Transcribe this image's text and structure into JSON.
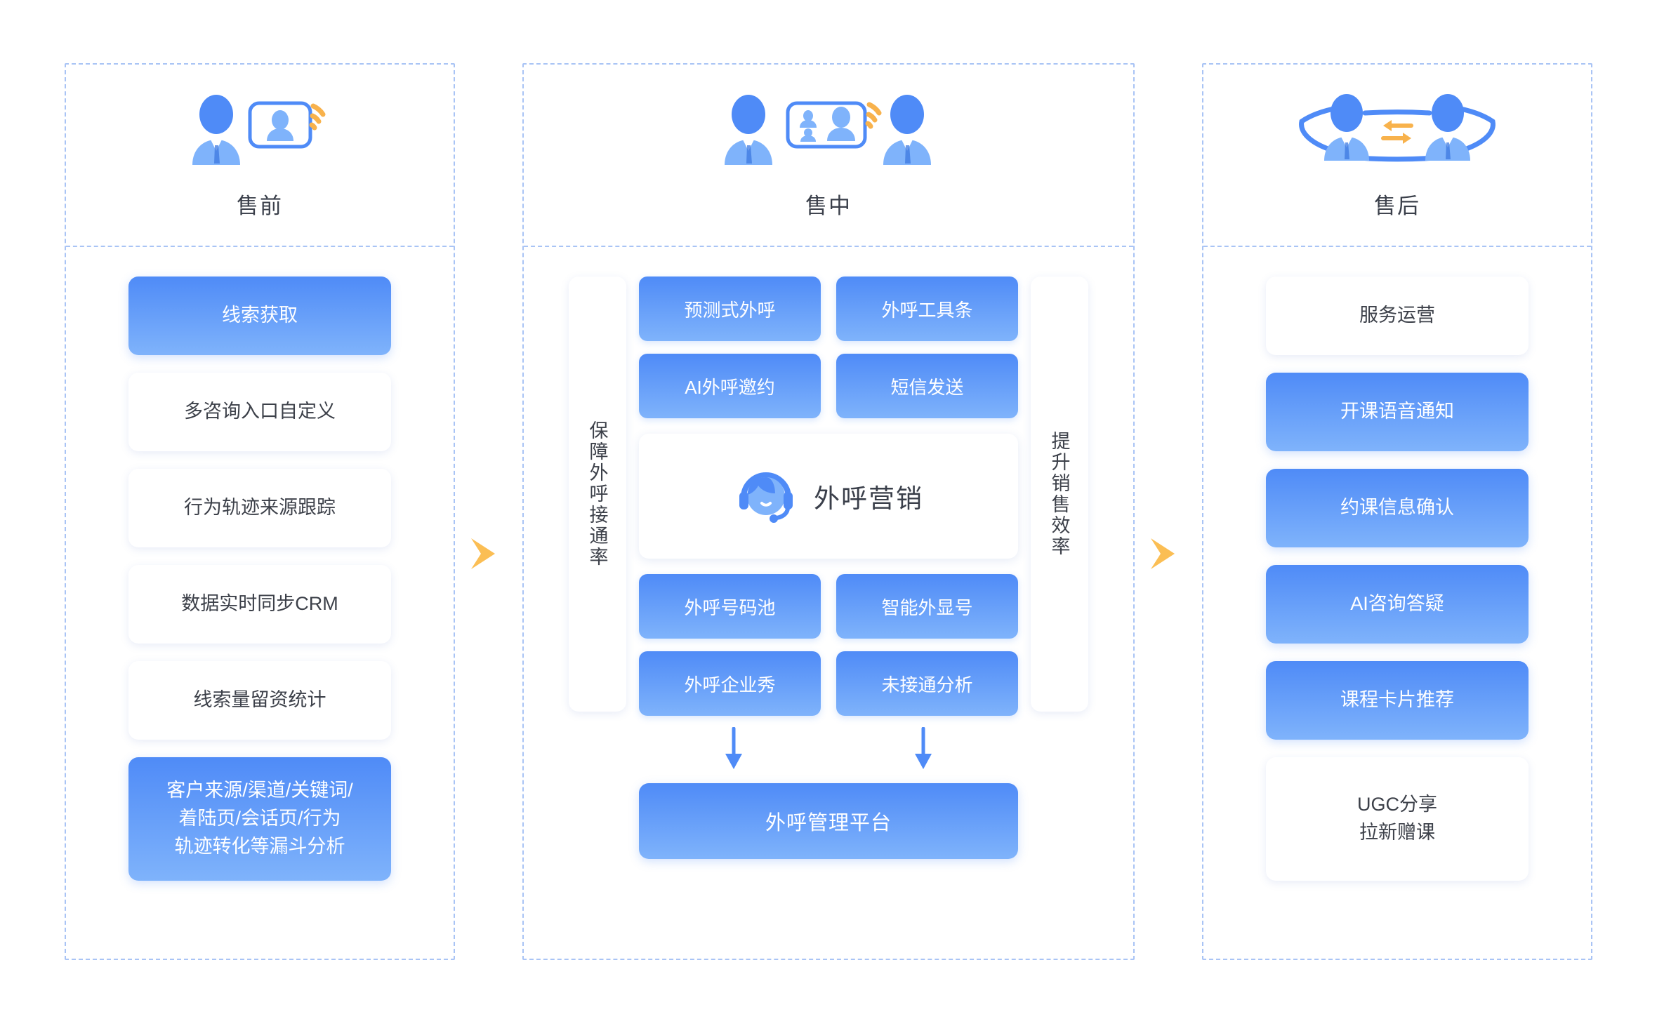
{
  "colors": {
    "accent_blue": "#4f8bf7",
    "accent_blue_light": "#7fb3fb",
    "panel_border": "#a9c4f5",
    "signal_orange": "#f8b24c",
    "text_dark": "#3c4049",
    "background": "#ffffff"
  },
  "stages": [
    {
      "id": "pre-sales",
      "title": "售前",
      "icon": "person-with-contact-card-signal-icon",
      "cards": [
        {
          "label": "线索获取",
          "style": "accent"
        },
        {
          "label": "多咨询入口自定义",
          "style": "plain"
        },
        {
          "label": "行为轨迹来源跟踪",
          "style": "plain"
        },
        {
          "label": "数据实时同步CRM",
          "style": "plain"
        },
        {
          "label": "线索量留资统计",
          "style": "plain"
        },
        {
          "label": "客户来源/渠道/关键词/\n着陆页/会话页/行为\n轨迹转化等漏斗分析",
          "style": "accent",
          "tall": true
        }
      ]
    },
    {
      "id": "in-sales",
      "title": "售中",
      "icon": "two-people-with-contact-card-signal-icon",
      "left_label": "保障外呼接通率",
      "right_label": "提升销售效率",
      "top_tags": [
        "预测式外呼",
        "外呼工具条",
        "AI外呼邀约",
        "短信发送"
      ],
      "hero": {
        "label": "外呼营销",
        "icon": "headset-agent-icon"
      },
      "bottom_tags": [
        "外呼号码池",
        "智能外显号",
        "外呼企业秀",
        "未接通分析"
      ],
      "platform_bar": "外呼管理平台",
      "down_arrow_count": 2
    },
    {
      "id": "after-sales",
      "title": "售后",
      "icon": "two-people-exchange-arrows-icon",
      "cards": [
        {
          "label": "服务运营",
          "style": "plain"
        },
        {
          "label": "开课语音通知",
          "style": "accent"
        },
        {
          "label": "约课信息确认",
          "style": "accent"
        },
        {
          "label": "AI咨询答疑",
          "style": "accent"
        },
        {
          "label": "课程卡片推荐",
          "style": "accent"
        },
        {
          "label": "UGC分享\n拉新赠课",
          "style": "plain",
          "tall": true
        }
      ]
    }
  ],
  "flow_arrows": [
    {
      "name": "arrow-pre-to-mid",
      "icon": "chevron-right-icon"
    },
    {
      "name": "arrow-mid-to-post",
      "icon": "chevron-right-icon"
    }
  ]
}
